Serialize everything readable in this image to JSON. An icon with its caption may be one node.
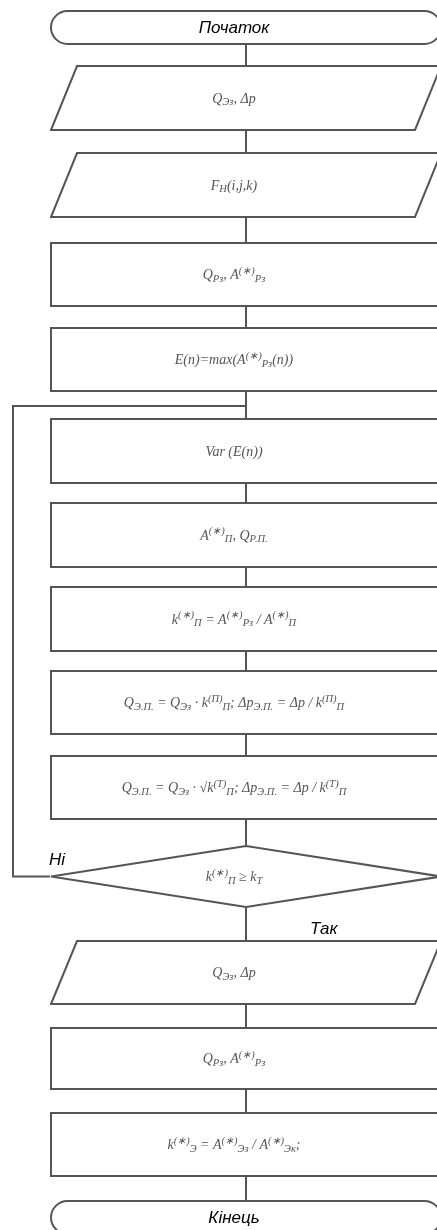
{
  "diagram": {
    "nodes": [
      {
        "text": [
          "Початок"
        ]
      },
      {
        "text": [
          "Q$_{Эз}$, Δp"
        ]
      },
      {
        "text": [
          "F$_{Н}$(i,j,k)"
        ]
      },
      {
        "text": [
          "Q$_{Рз}$, A$^{(∗)}$$_{Рз}$"
        ]
      },
      {
        "text": [
          "E(n)=max(A$^{(∗)}$$_{Рз}$(n))"
        ]
      },
      {
        "text": [
          "Var (E(n))"
        ]
      },
      {
        "text": [
          "A$^{(∗)}$$_{П}$, Q$_{Р.П.}$"
        ]
      },
      {
        "text": [
          "k$^{(∗)}$$_{П}$ = A$^{(∗)}$$_{Рз}$ / A$^{(∗)}$$_{П}$"
        ]
      },
      {
        "text": [
          "Q$_{Э.П.}$ = Q$_{Эз}$ · k$^{(П)}$$_{П}$; Δp$_{Э.П.}$ = Δp / k$^{(П)}$$_{П}$"
        ]
      },
      {
        "text": [
          "Q$_{Э.П.}$ = Q$_{Эз}$ · √k$^{(Т)}$$_{П}$; Δp$_{Э.П.}$ = Δp / k$^{(Т)}$$_{П}$"
        ]
      },
      {
        "text": [
          "k$^{(∗)}$$_{П}$ ≥ k$_{Т}$"
        ]
      },
      {
        "text": [
          "Q$_{Эз}$, Δp"
        ]
      },
      {
        "text": [
          "Q$_{Рз}$, A$^{(∗)}$$_{Рз}$"
        ]
      },
      {
        "text": [
          "k$^{(∗)}$$_{Э}$ = A$^{(∗)}$$_{Эз}$ / A$^{(∗)}$$_{Эк}$;"
        ]
      },
      {
        "text": [
          "Кінець"
        ]
      }
    ],
    "edges": [
      {
        "from": 0,
        "to": 1,
        "arrow": "none"
      },
      {
        "from": 1,
        "to": 2,
        "arrow": "none"
      },
      {
        "from": 2,
        "to": 3,
        "arrow": "none"
      },
      {
        "from": 3,
        "to": 4,
        "arrow": "none"
      },
      {
        "from": 4,
        "to": 5,
        "arrow": "none"
      },
      {
        "from": 5,
        "to": 6,
        "arrow": "none"
      },
      {
        "from": 6,
        "to": 7,
        "arrow": "none"
      },
      {
        "from": 7,
        "to": 8,
        "arrow": "none"
      },
      {
        "from": 8,
        "to": 9,
        "arrow": "none"
      },
      {
        "from": 9,
        "to": 10,
        "arrow": "none"
      },
      {
        "from": 10,
        "to": 5,
        "arrow": "none",
        "label": "Ні"
      },
      {
        "from": 10,
        "to": 11,
        "arrow": "none",
        "label": "Так"
      },
      {
        "from": 11,
        "to": 12,
        "arrow": "none"
      },
      {
        "from": 12,
        "to": 13,
        "arrow": "none"
      },
      {
        "from": 13,
        "to": 14,
        "arrow": "none"
      }
    ]
  }
}
